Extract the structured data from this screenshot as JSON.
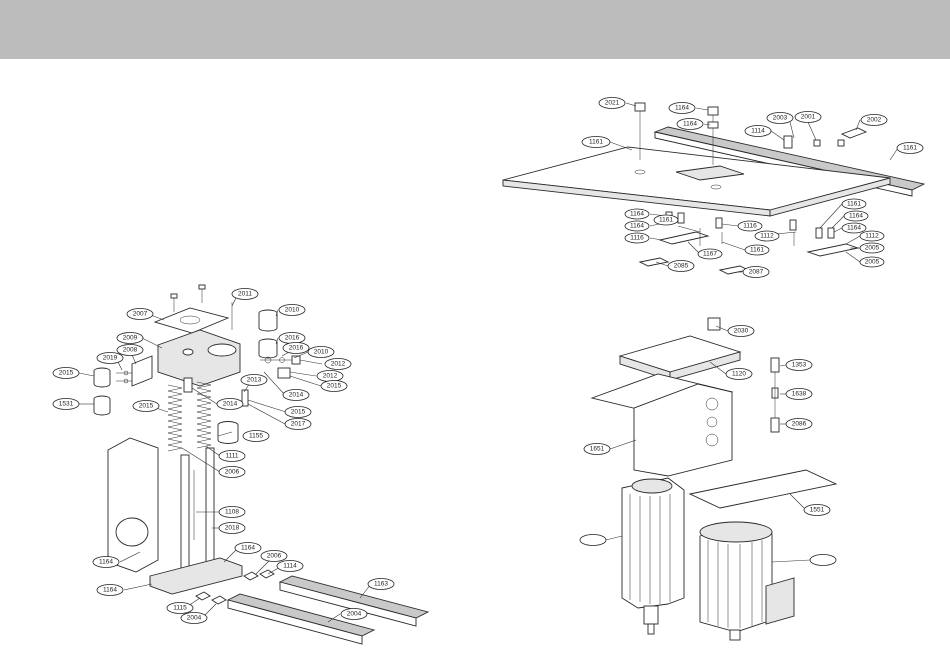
{
  "callouts": [
    {
      "id": "c2011",
      "text": "2011"
    },
    {
      "id": "c2007",
      "text": "2007"
    },
    {
      "id": "c2010a",
      "text": "2010"
    },
    {
      "id": "c2009",
      "text": "2009"
    },
    {
      "id": "c2016a",
      "text": "2016"
    },
    {
      "id": "c2008",
      "text": "2008"
    },
    {
      "id": "c2016b",
      "text": "2016"
    },
    {
      "id": "c2010b",
      "text": "2010"
    },
    {
      "id": "c2019",
      "text": "2019"
    },
    {
      "id": "c2012",
      "text": "2012"
    },
    {
      "id": "c2015a",
      "text": "2015"
    },
    {
      "id": "c2012b",
      "text": "2012"
    },
    {
      "id": "c2013",
      "text": "2013"
    },
    {
      "id": "c2015b",
      "text": "2015"
    },
    {
      "id": "c2014",
      "text": "2014"
    },
    {
      "id": "c1531",
      "text": "1531"
    },
    {
      "id": "c2015c",
      "text": "2015"
    },
    {
      "id": "c2014b",
      "text": "2014"
    },
    {
      "id": "c2015d",
      "text": "2015"
    },
    {
      "id": "c2017",
      "text": "2017"
    },
    {
      "id": "c1155",
      "text": "1155"
    },
    {
      "id": "c1111",
      "text": "1111"
    },
    {
      "id": "c2006a",
      "text": "2006"
    },
    {
      "id": "c1108",
      "text": "1108"
    },
    {
      "id": "c2018",
      "text": "2018"
    },
    {
      "id": "c1164a",
      "text": "1164"
    },
    {
      "id": "c1164b",
      "text": "1164"
    },
    {
      "id": "c2006b",
      "text": "2006"
    },
    {
      "id": "c1114a",
      "text": "1114"
    },
    {
      "id": "c1164c",
      "text": "1164"
    },
    {
      "id": "c1163",
      "text": "1163"
    },
    {
      "id": "c1115",
      "text": "1115"
    },
    {
      "id": "c2004a",
      "text": "2004"
    },
    {
      "id": "c2004b",
      "text": "2004"
    },
    {
      "id": "c2021",
      "text": "2021"
    },
    {
      "id": "c1164d",
      "text": "1164"
    },
    {
      "id": "c1164e",
      "text": "1164"
    },
    {
      "id": "c2003",
      "text": "2003"
    },
    {
      "id": "c2001",
      "text": "2001"
    },
    {
      "id": "c2002",
      "text": "2002"
    },
    {
      "id": "c1114b",
      "text": "1114"
    },
    {
      "id": "c1161a",
      "text": "1161"
    },
    {
      "id": "c1161b",
      "text": "1161"
    },
    {
      "id": "c1164f",
      "text": "1164"
    },
    {
      "id": "c1164g",
      "text": "1164"
    },
    {
      "id": "c1161c",
      "text": "1161"
    },
    {
      "id": "c1116a",
      "text": "1116"
    },
    {
      "id": "c1116b",
      "text": "1116"
    },
    {
      "id": "c1112a",
      "text": "1112"
    },
    {
      "id": "c1161d",
      "text": "1161"
    },
    {
      "id": "c1167",
      "text": "1167"
    },
    {
      "id": "c1161e",
      "text": "1161"
    },
    {
      "id": "c1164h",
      "text": "1164"
    },
    {
      "id": "c1164i",
      "text": "1164"
    },
    {
      "id": "c1112b",
      "text": "1112"
    },
    {
      "id": "c2005a",
      "text": "2005"
    },
    {
      "id": "c2005b",
      "text": "2005"
    },
    {
      "id": "c2085",
      "text": "2085"
    },
    {
      "id": "c2087",
      "text": "2087"
    },
    {
      "id": "c2030",
      "text": "2030"
    },
    {
      "id": "c1120",
      "text": "1120"
    },
    {
      "id": "c1353",
      "text": "1353"
    },
    {
      "id": "c1638",
      "text": "1638"
    },
    {
      "id": "c2086",
      "text": "2086"
    },
    {
      "id": "c1651",
      "text": "1651"
    },
    {
      "id": "c1551",
      "text": "1551"
    }
  ]
}
